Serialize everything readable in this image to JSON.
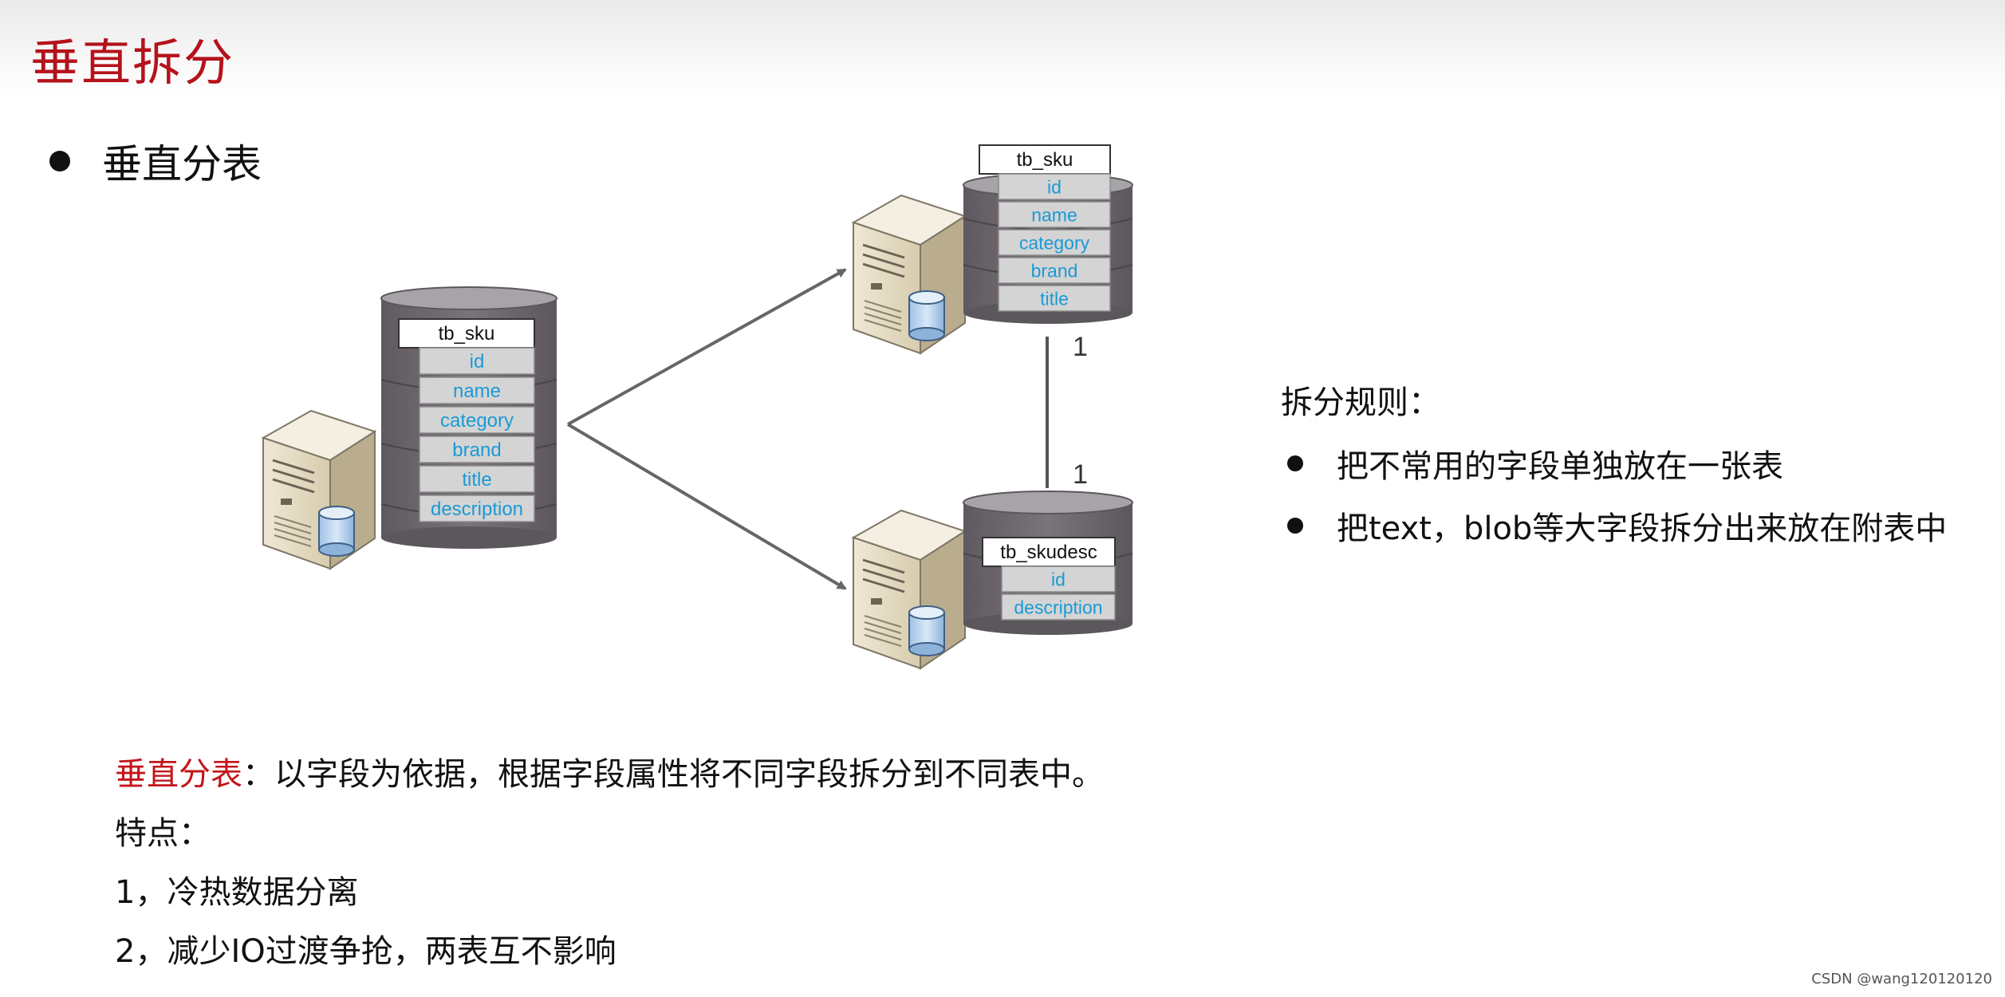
{
  "page": {
    "title": "垂直拆分",
    "subtitle": "垂直分表",
    "watermark": "CSDN @wang120120120"
  },
  "diagram": {
    "source_table": {
      "name": "tb_sku",
      "fields": [
        "id",
        "name",
        "category",
        "brand",
        "title",
        "description"
      ]
    },
    "target_table_1": {
      "name": "tb_sku",
      "fields": [
        "id",
        "name",
        "category",
        "brand",
        "title"
      ]
    },
    "target_table_2": {
      "name": "tb_skudesc",
      "fields": [
        "id",
        "description"
      ]
    },
    "relation": {
      "top_label": "1",
      "bottom_label": "1"
    },
    "colors": {
      "field_text": "#1a9ad6",
      "cylinder": "#6e6870",
      "cylinder_top": "#a7a3a8",
      "arrow": "#666666",
      "server_body": "#dcd2b8"
    }
  },
  "rules": {
    "title": "拆分规则：",
    "items": [
      "把不常用的字段单独放在一张表",
      "把text，blob等大字段拆分出来放在附表中"
    ]
  },
  "definition": {
    "term": "垂直分表",
    "text": "：以字段为依据，根据字段属性将不同字段拆分到不同表中。"
  },
  "features": {
    "title": "特点：",
    "items": [
      "1，冷热数据分离",
      "2，减少IO过渡争抢，两表互不影响"
    ]
  }
}
